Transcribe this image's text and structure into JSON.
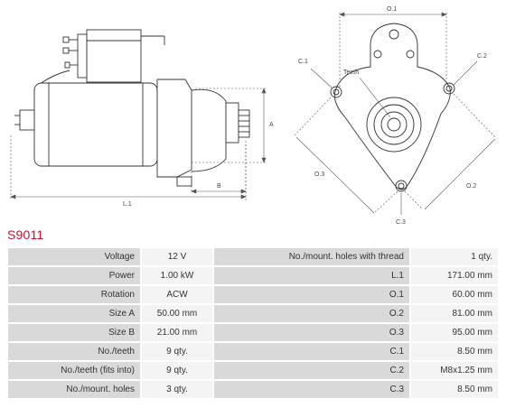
{
  "drawing": {
    "side_view": {
      "dim_length": "L.1",
      "dim_height": "A",
      "dim_pinion": "B"
    },
    "front_view": {
      "dim_o1": "O.1",
      "dim_o2": "O.2",
      "dim_o3": "O.3",
      "dim_c1": "C.1",
      "dim_c2": "C.2",
      "dim_c3": "C.3",
      "teeth_label": "Teeth"
    }
  },
  "part_number": "S9011",
  "specs": {
    "left": [
      {
        "label": "Voltage",
        "value": "12 V"
      },
      {
        "label": "Power",
        "value": "1.00 kW"
      },
      {
        "label": "Rotation",
        "value": "ACW"
      },
      {
        "label": "Size A",
        "value": "50.00 mm"
      },
      {
        "label": "Size B",
        "value": "21.00 mm"
      },
      {
        "label": "No./teeth",
        "value": "9 qty."
      },
      {
        "label": "No./teeth (fits into)",
        "value": "9 qty."
      },
      {
        "label": "No./mount. holes",
        "value": "3 qty."
      }
    ],
    "right": [
      {
        "label": "No./mount. holes with thread",
        "value": "1 qty."
      },
      {
        "label": "L.1",
        "value": "171.00 mm"
      },
      {
        "label": "O.1",
        "value": "60.00 mm"
      },
      {
        "label": "O.2",
        "value": "81.00 mm"
      },
      {
        "label": "O.3",
        "value": "95.00 mm"
      },
      {
        "label": "C.1",
        "value": "8.50 mm"
      },
      {
        "label": "C.2",
        "value": "M8x1.25 mm"
      },
      {
        "label": "C.3",
        "value": "8.50 mm"
      }
    ]
  }
}
